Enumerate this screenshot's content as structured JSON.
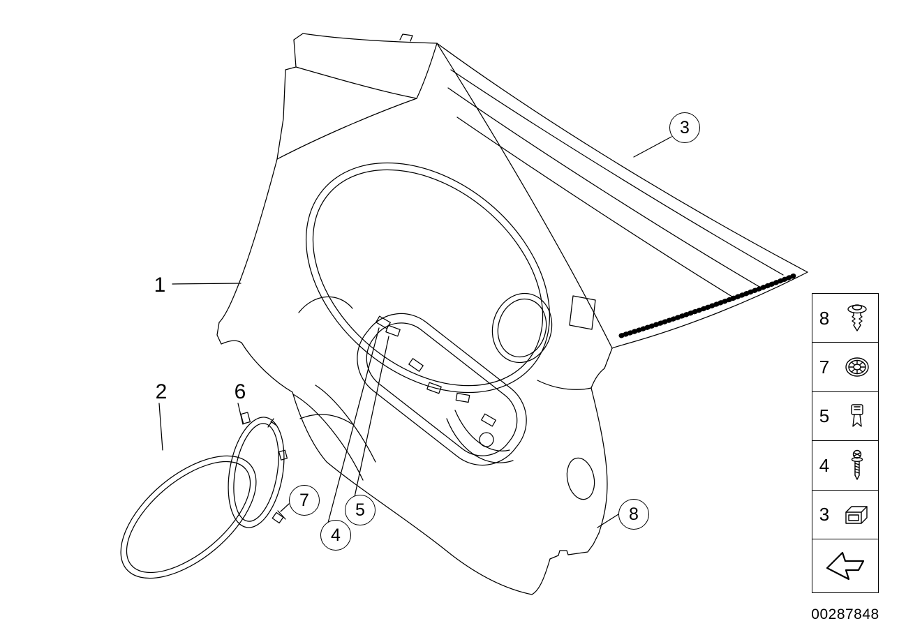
{
  "page": {
    "part_number": "00287848",
    "colors": {
      "line": "#000000",
      "background": "#ffffff"
    }
  },
  "callouts": [
    {
      "label": "1",
      "style": "plain"
    },
    {
      "label": "2",
      "style": "plain"
    },
    {
      "label": "6",
      "style": "plain"
    },
    {
      "label": "3",
      "style": "circle"
    },
    {
      "label": "7",
      "style": "circle"
    },
    {
      "label": "5",
      "style": "circle"
    },
    {
      "label": "4",
      "style": "circle"
    },
    {
      "label": "8",
      "style": "circle"
    }
  ],
  "legend": {
    "items": [
      {
        "label": "8",
        "icon": "expanding-rivet-icon"
      },
      {
        "label": "7",
        "icon": "grommet-icon"
      },
      {
        "label": "5",
        "icon": "retaining-clip-icon"
      },
      {
        "label": "4",
        "icon": "screw-icon"
      },
      {
        "label": "3",
        "icon": "clamp-retainer-icon"
      }
    ],
    "arrow_icon": "direction-arrow-icon"
  }
}
